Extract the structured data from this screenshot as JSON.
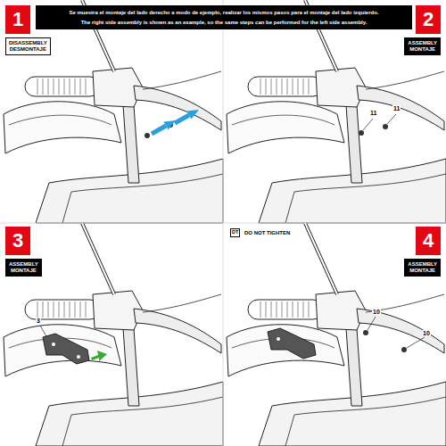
{
  "diagram": {
    "nodes": [
      {
        "text": [
          "1"
        ]
      },
      {
        "text": [
          "DISASSEMBLY DESMONTAJE"
        ]
      },
      {
        "text": [
          "2"
        ]
      },
      {
        "text": [
          "ASSEMBLY MONTAJE"
        ]
      },
      {
        "text": [
          "3"
        ]
      },
      {
        "text": [
          "ASSEMBLY MONTAJE"
        ]
      },
      {
        "text": [
          "4"
        ]
      },
      {
        "text": [
          "ASSEMBLY MONTAJE"
        ]
      }
    ],
    "labels": [
      "Se muestra el montaje del lado derecho a modo de ejemplo, realizar los mismos pasos para el montaje del lado izquierdo.",
      "The right side assembly is shown as an example, so the same steps can be performed for the left side assembly.",
      "11",
      "11",
      "3",
      "DT",
      "DO NOT TIGHTEN",
      "10",
      "10"
    ]
  }
}
